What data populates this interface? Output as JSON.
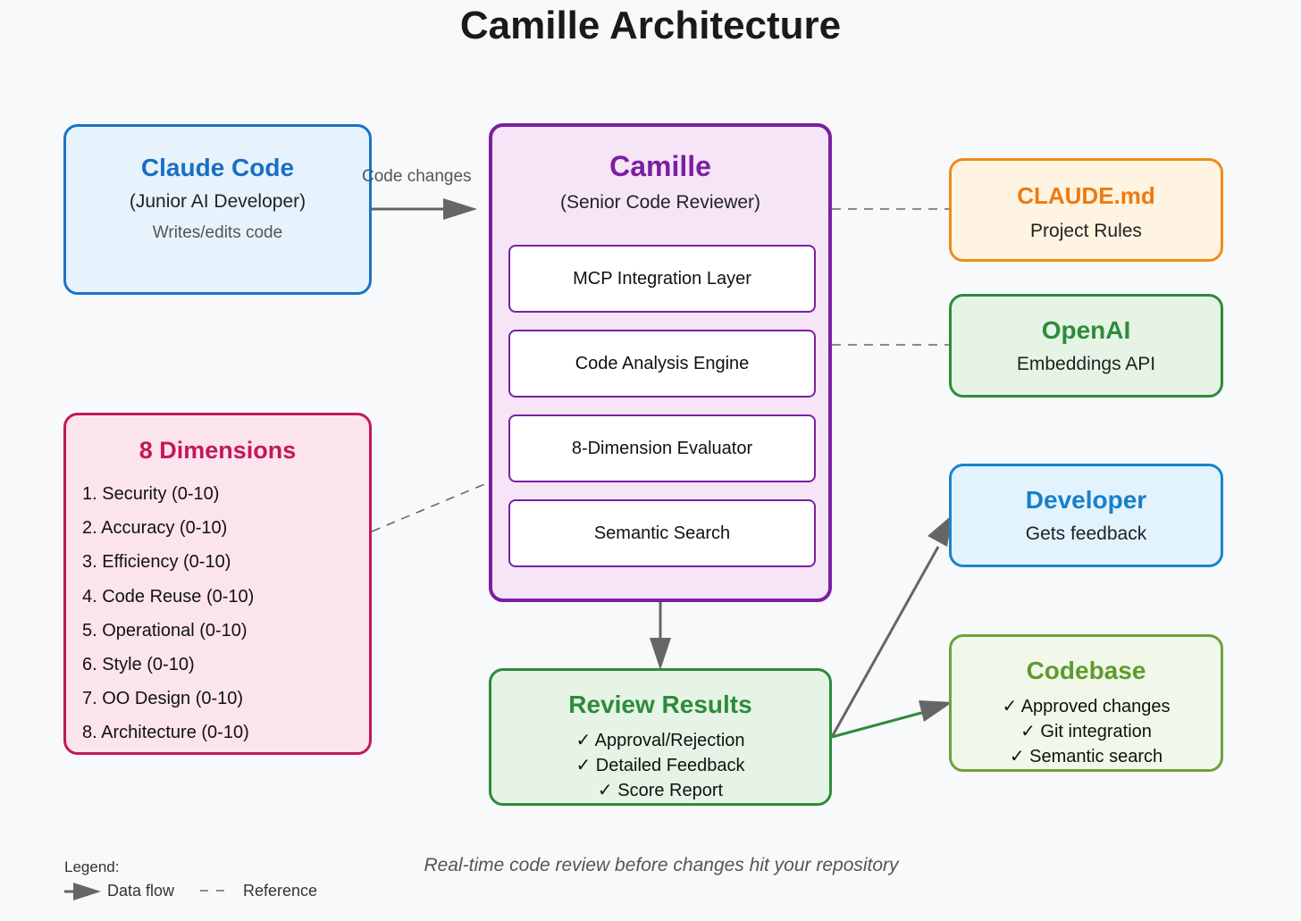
{
  "title": "Camille Architecture",
  "nodes": {
    "claude_code": {
      "title": "Claude Code",
      "subtitle": "(Junior AI Developer)",
      "note": "Writes/edits code"
    },
    "camille": {
      "title": "Camille",
      "subtitle": "(Senior Code Reviewer)",
      "layers": [
        "MCP Integration Layer",
        "Code Analysis Engine",
        "8-Dimension Evaluator",
        "Semantic Search"
      ]
    },
    "claude_md": {
      "title": "CLAUDE.md",
      "subtitle": "Project Rules"
    },
    "openai": {
      "title": "OpenAI",
      "subtitle": "Embeddings API"
    },
    "developer": {
      "title": "Developer",
      "subtitle": "Gets feedback"
    },
    "codebase": {
      "title": "Codebase",
      "items": [
        "✓ Approved changes",
        "✓ Git integration",
        "✓ Semantic search"
      ]
    },
    "review_results": {
      "title": "Review Results",
      "items": [
        "✓ Approval/Rejection",
        "✓ Detailed Feedback",
        "✓ Score Report"
      ]
    },
    "dimensions": {
      "title": "8 Dimensions",
      "items": [
        "1. Security (0-10)",
        "2. Accuracy (0-10)",
        "3. Efficiency (0-10)",
        "4. Code Reuse (0-10)",
        "5. Operational (0-10)",
        "6. Style (0-10)",
        "7. OO Design (0-10)",
        "8. Architecture (0-10)"
      ]
    }
  },
  "edges": {
    "code_changes_label": "Code changes"
  },
  "colors": {
    "flow": "#666666",
    "flow_green": "#2e8b3a",
    "reference": "#666666"
  },
  "caption": "Real-time code review before changes hit your repository",
  "legend": {
    "title": "Legend:",
    "data_flow": "Data flow",
    "reference": "Reference"
  }
}
